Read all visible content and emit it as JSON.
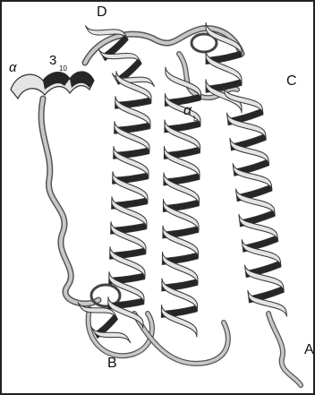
{
  "figure": {
    "kind": "protein ribbon structure",
    "labels": {
      "A": "A",
      "B": "B",
      "C": "C",
      "D": "D",
      "alpha_small": "α",
      "three_ten": "3",
      "three_ten_sub": "10",
      "alpha_L": "α",
      "alpha_L_sub": "L"
    },
    "colors": {
      "background": "#ffffff",
      "border": "#222222",
      "ribbon_light": "#e4e4e4",
      "ribbon_dark": "#262626",
      "ribbon_outline": "#333333",
      "coil": "#bdbdbd"
    }
  }
}
